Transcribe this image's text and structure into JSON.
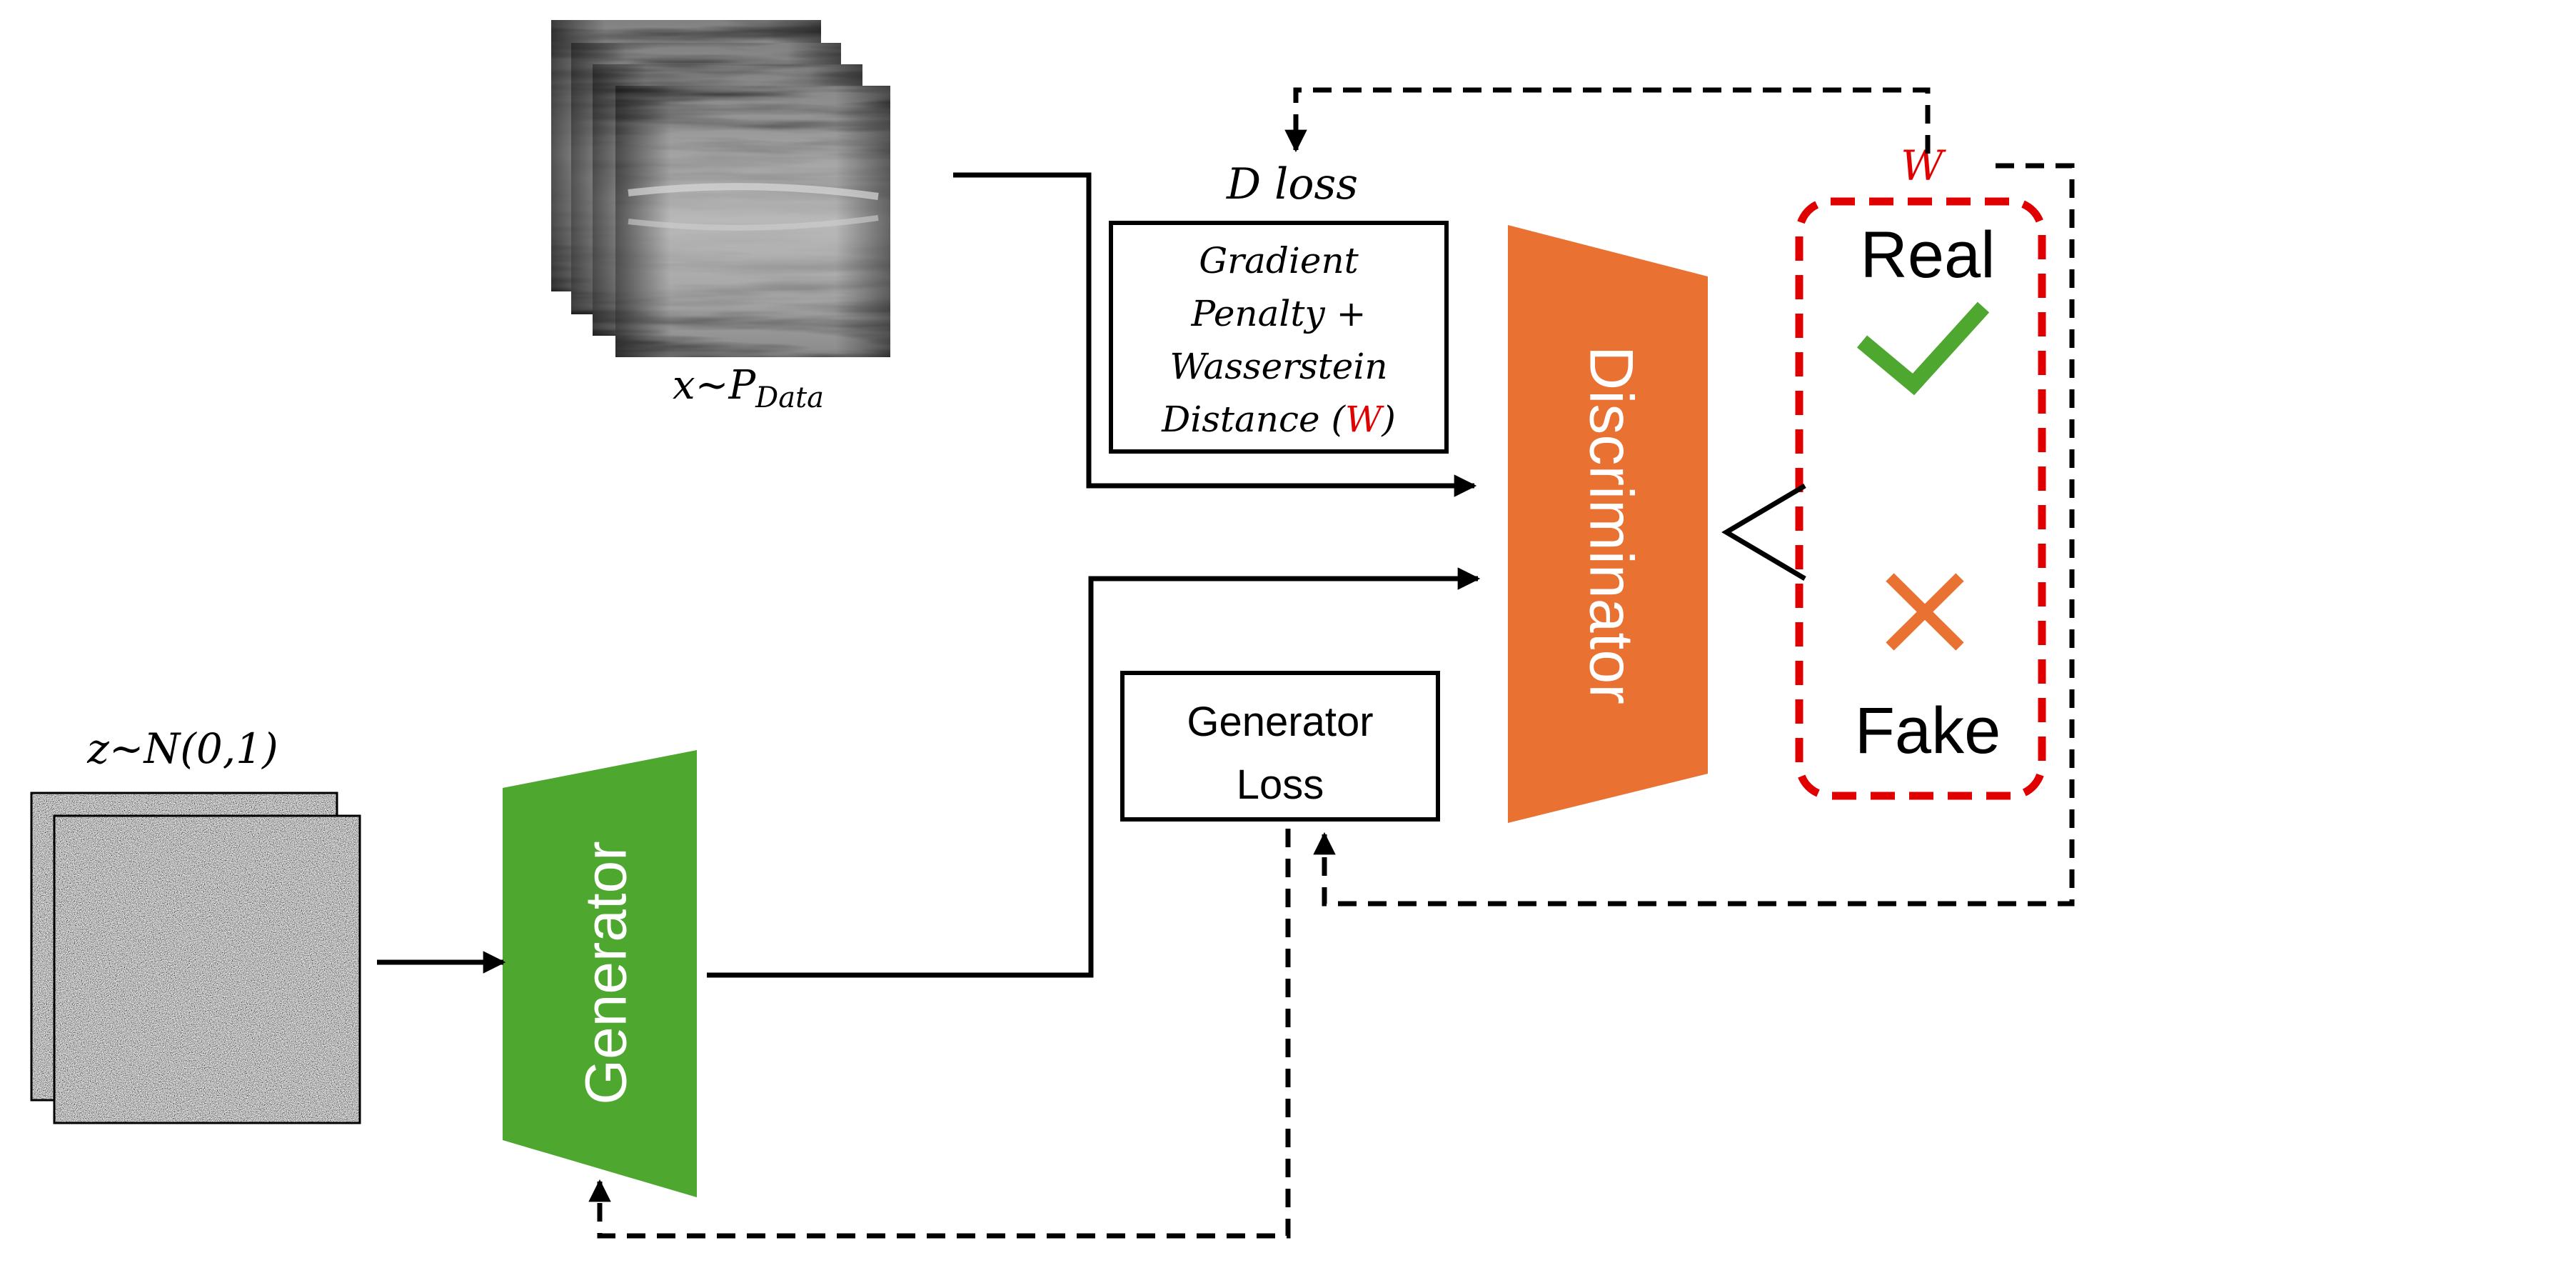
{
  "real_data": {
    "label_var": "x",
    "label_tilde": "~",
    "label_p": "P",
    "label_sub": "Data"
  },
  "noise": {
    "label": "z~N(0,1)"
  },
  "generator": {
    "label": "Generator",
    "color": "#4ea72e"
  },
  "discriminator": {
    "label": "Discriminator",
    "color": "#e97132"
  },
  "d_loss": {
    "title": "D loss",
    "line1": "Gradient",
    "line2": "Penalty +",
    "line3": "Wasserstein",
    "line4_prefix": "Distance (",
    "line4_w": "W",
    "line4_suffix": ")"
  },
  "g_loss": {
    "line1": "Generator",
    "line2": "Loss"
  },
  "output": {
    "w_label": "W",
    "real_label": "Real",
    "fake_label": "Fake",
    "check_color": "#4ea72e",
    "cross_color": "#e97132",
    "box_color": "#e00000"
  }
}
